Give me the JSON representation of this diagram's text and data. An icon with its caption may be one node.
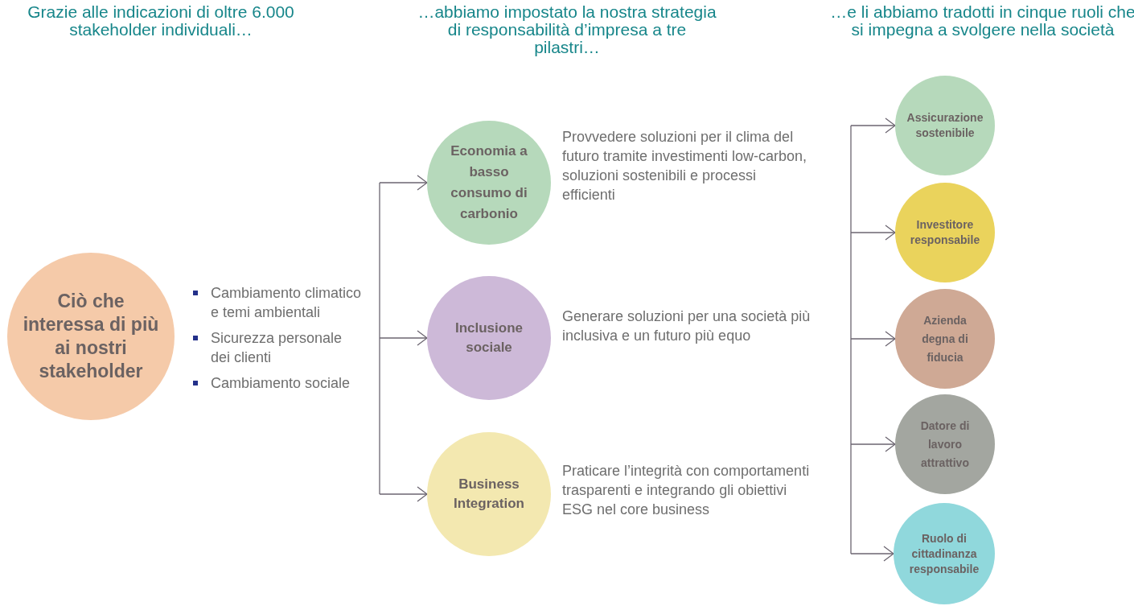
{
  "diagram": {
    "nodes": [
      {
        "text": [
          "Ciò che interessa di più ai nostri stakeholder"
        ]
      },
      {
        "text": [
          "Economia a basso consumo di carbonio"
        ],
        "beside": [
          "Provvedere soluzioni per il clima del futuro tramite investimenti low-carbon, soluzioni sostenibili e processi efficienti"
        ]
      },
      {
        "text": [
          "Inclusione sociale"
        ],
        "beside": [
          "Generare soluzioni per una società più inclusiva e un futuro più equo"
        ]
      },
      {
        "text": [
          "Business Integration"
        ],
        "beside": [
          "Praticare l’integrità con comportamenti trasparenti e integrando gli obiettivi ESG nel core business"
        ]
      },
      {
        "text": [
          "Assicurazione sostenibile"
        ]
      },
      {
        "text": [
          "Investitore responsabile"
        ]
      },
      {
        "text": [
          "Azienda degna di fiducia"
        ]
      },
      {
        "text": [
          "Datore di lavoro attrattivo"
        ]
      },
      {
        "text": [
          "Ruolo di cittadinanza responsabile"
        ]
      }
    ],
    "edges": [
      {
        "from": null,
        "to": 1,
        "arrow": "to"
      },
      {
        "from": null,
        "to": 2,
        "arrow": "to"
      },
      {
        "from": null,
        "to": 3,
        "arrow": "to"
      },
      {
        "from": null,
        "to": 4,
        "arrow": "to"
      },
      {
        "from": null,
        "to": 5,
        "arrow": "to"
      },
      {
        "from": null,
        "to": 6,
        "arrow": "to"
      },
      {
        "from": null,
        "to": 7,
        "arrow": "to"
      },
      {
        "from": null,
        "to": 8,
        "arrow": "to"
      }
    ],
    "labels": [
      "Grazie alle indicazioni di oltre 6.000 stakeholder individuali…",
      "…abbiamo impostato la nostra strategia di responsabilità d’impresa a tre pilastri…",
      "…e li abbiamo tradotti in cinque ruoli che si impegna a svolgere nella società",
      "Cambiamento climatico e temi ambientali",
      "Sicurezza personale dei clienti",
      "Cambiamento sociale"
    ]
  }
}
